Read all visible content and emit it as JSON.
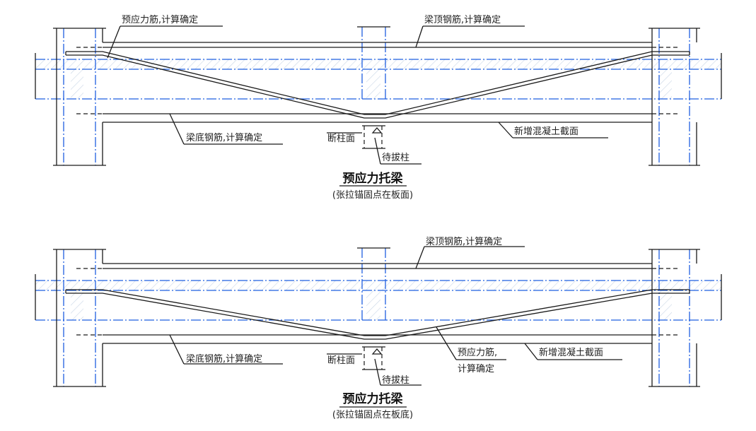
{
  "diagrams": [
    {
      "variant": "anchor-at-slab-top",
      "tendon_label": "预应力筋,计算确定",
      "top_rebar_label": "梁顶钢筋,计算确定",
      "bottom_rebar_label": "梁底钢筋,计算确定",
      "new_section_label": "新增混凝土截面",
      "cut_face_label": "断柱面",
      "column_label": "待拔柱",
      "title": "预应力托梁",
      "subtitle": "(张拉锚固点在板面)"
    },
    {
      "variant": "anchor-at-slab-bottom",
      "top_rebar_label": "梁顶钢筋,计算确定",
      "bottom_rebar_label": "梁底钢筋,计算确定",
      "tendon_label_line1": "预应力筋,",
      "tendon_label_line2": "计算确定",
      "new_section_label": "新增混凝土截面",
      "cut_face_label": "断柱面",
      "column_label": "待拔柱",
      "title": "预应力托梁",
      "subtitle": "(张拉锚固点在板底)"
    }
  ],
  "colors": {
    "axis_line": "#1f5fe0",
    "line": "#1a1a1a",
    "hatch": "#c9d6e6"
  }
}
